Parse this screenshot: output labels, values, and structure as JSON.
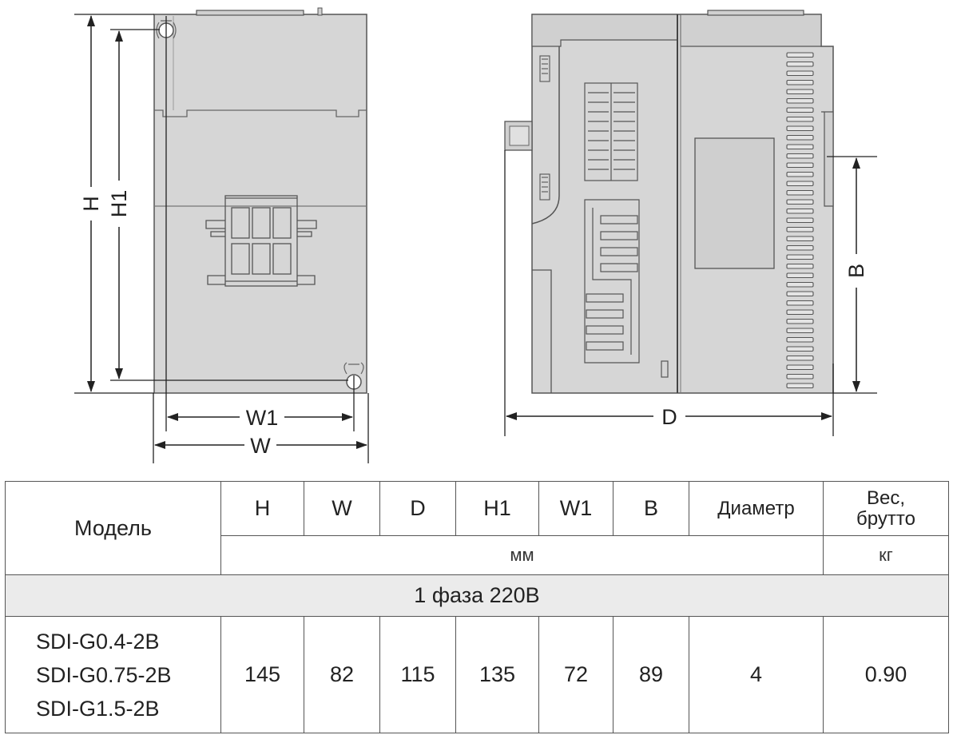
{
  "drawing": {
    "front_view": {
      "dimensions": {
        "height_label": "H",
        "height1_label": "H1",
        "width_label": "W",
        "width1_label": "W1"
      }
    },
    "side_view": {
      "dimensions": {
        "depth_label": "D",
        "b_label": "B"
      }
    }
  },
  "table": {
    "headers": {
      "model": "Модель",
      "h": "H",
      "w": "W",
      "d": "D",
      "h1": "H1",
      "w1": "W1",
      "b": "B",
      "diameter": "Диаметр",
      "weight_line1": "Вес,",
      "weight_line2": "брутто"
    },
    "units": {
      "dimensions": "мм",
      "weight": "кг"
    },
    "section": "1 фаза 220В",
    "rows": [
      {
        "models": [
          "SDI-G0.4-2B",
          "SDI-G0.75-2B",
          "SDI-G1.5-2B"
        ],
        "h": "145",
        "w": "82",
        "d": "115",
        "h1": "135",
        "w1": "72",
        "b": "89",
        "diameter": "4",
        "weight": "0.90"
      }
    ]
  }
}
